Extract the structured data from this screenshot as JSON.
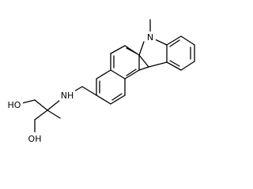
{
  "molecule": {
    "atoms": {
      "n_ring": "N",
      "n_methyl": "",
      "nh": "NH",
      "oh_top": "HO",
      "oh_bottom": "OH"
    }
  }
}
